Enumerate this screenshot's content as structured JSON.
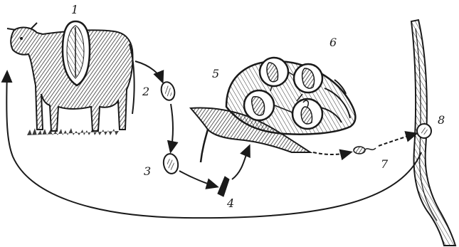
{
  "diagram": {
    "labels": {
      "stage_1": "1",
      "stage_2": "2",
      "stage_3": "3",
      "stage_4": "4",
      "stage_5": "5",
      "stage_6": "6",
      "stage_7": "7",
      "stage_8": "8"
    },
    "ink_color": "#1a1a1a",
    "paper_color": "#ffffff"
  }
}
